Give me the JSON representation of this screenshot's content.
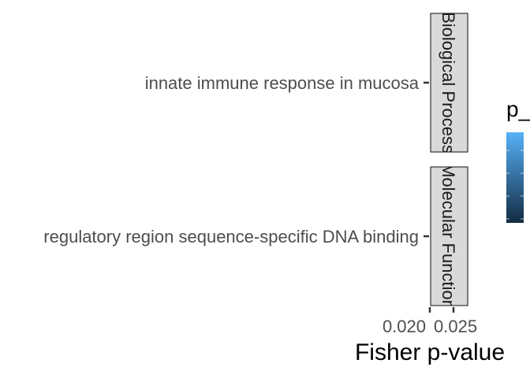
{
  "chart_data": {
    "type": "scatter",
    "facets": [
      {
        "label": "Biological Process",
        "categories": [
          "innate immune response in mucosa"
        ]
      },
      {
        "label": "Molecular Function",
        "categories": [
          "regulatory region sequence-specific DNA binding"
        ]
      }
    ],
    "x_tick_labels": [
      "0.020",
      "0.025"
    ],
    "xlabel": "Fisher p-value",
    "ylabel": "",
    "legend": {
      "title": "p_",
      "type": "colorbar",
      "colors": [
        "#56B1F7",
        "#132B43"
      ],
      "placement": "right"
    },
    "grid": false
  }
}
